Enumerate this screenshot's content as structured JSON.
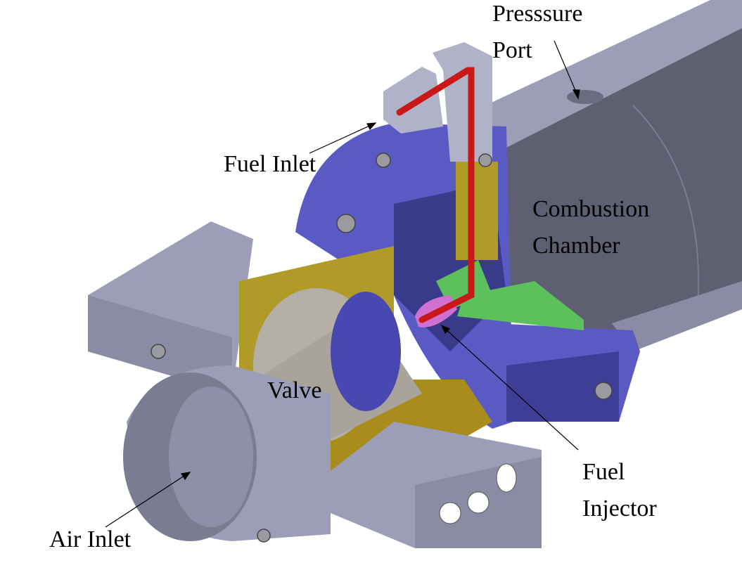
{
  "labels": {
    "pressure_port": [
      "Presssure",
      "Port"
    ],
    "fuel_inlet": "Fuel Inlet",
    "combustion_chamber": [
      "Combustion",
      "Chamber"
    ],
    "valve": "Valve",
    "fuel_injector": [
      "Fuel",
      "Injector"
    ],
    "air_inlet": "Air Inlet"
  },
  "colors": {
    "steel": "#9c9eb8",
    "steel_dark": "#6a6c80",
    "chamber_inner": "#5c5e70",
    "flange_blue": "#5a5ac4",
    "gold": "#b09a28",
    "fuel_line_red": "#c81818",
    "green": "#5cc05c",
    "injector_pink": "#d070d0",
    "valve_gray": "#a8a49c"
  }
}
